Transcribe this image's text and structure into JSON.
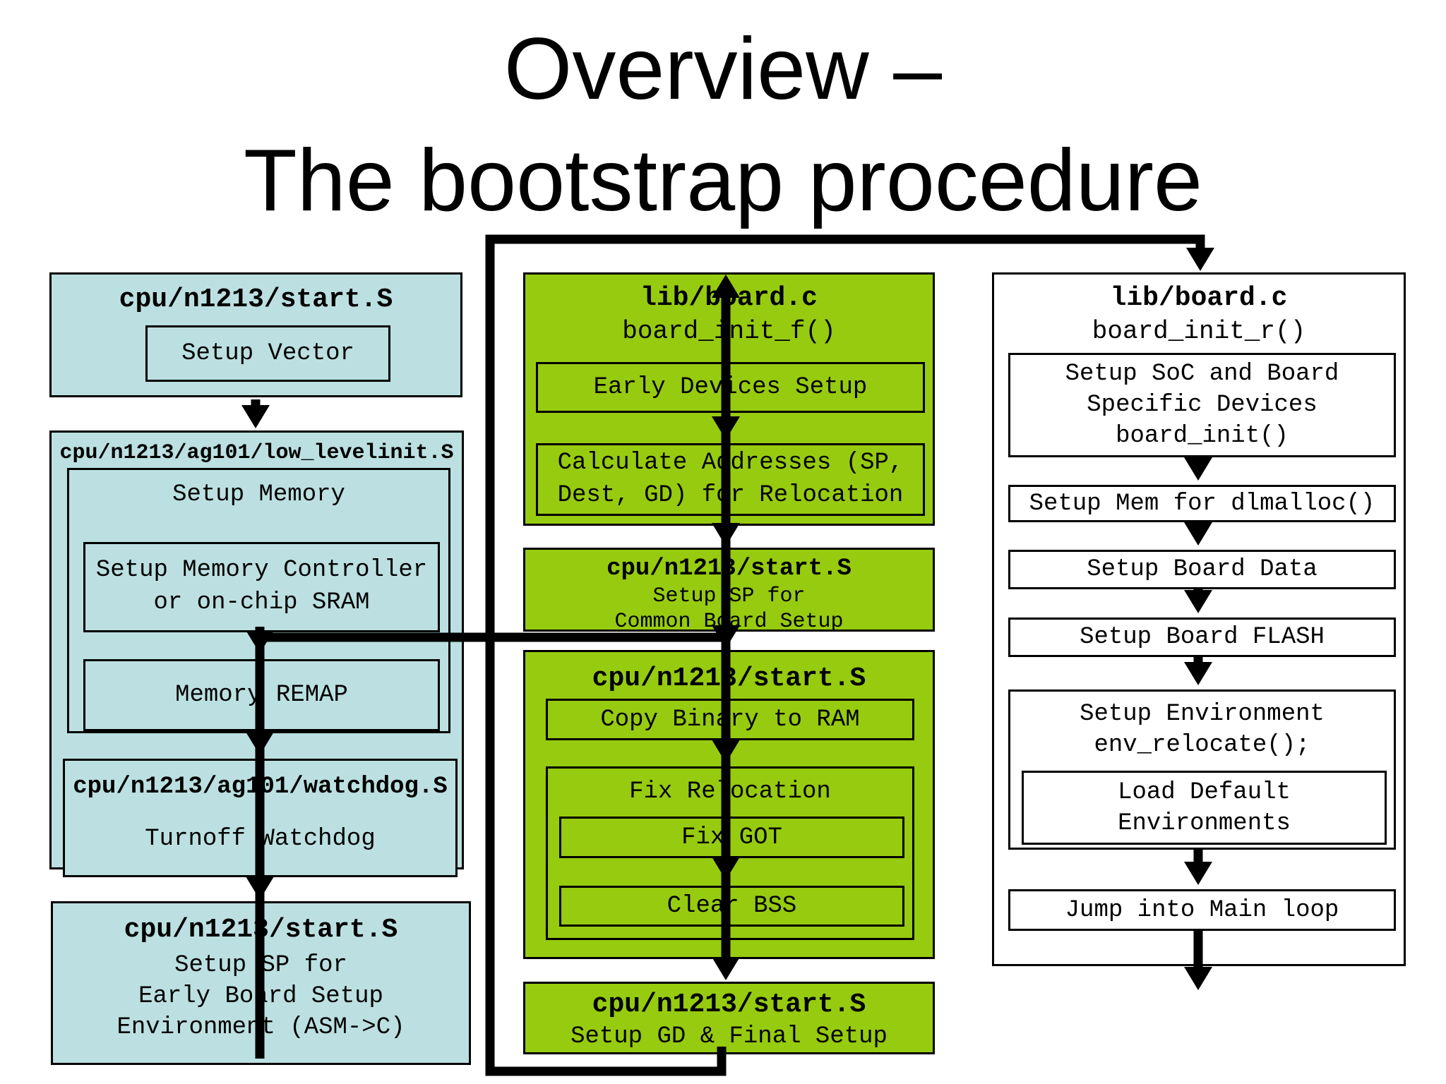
{
  "title": {
    "line1": "Overview –",
    "line2": "The bootstrap procedure"
  },
  "colors": {
    "box_blue": "#bce0e2",
    "box_green": "#97cb0f",
    "box_white": "#ffffff",
    "connector_black": "#000000"
  },
  "left_column": {
    "start_box": {
      "title": "cpu/n1213/start.S",
      "setup_vector": "Setup Vector"
    },
    "lowlevel_box": {
      "title": "cpu/n1213/ag101/low_levelinit.S",
      "setup_memory_label": "Setup Memory",
      "memory_controller": "Setup Memory Controller\nor on-chip SRAM",
      "memory_remap": "Memory REMAP",
      "watchdog_title": "cpu/n1213/ag101/watchdog.S",
      "watchdog_label": "Turnoff Watchdog"
    },
    "sp_box": {
      "title": "cpu/n1213/start.S",
      "body": "Setup SP for\nEarly Board Setup\nEnvironment (ASM->C)"
    }
  },
  "middle_column": {
    "board_init_f_box": {
      "title": "lib/board.c",
      "subtitle": "board_init_f()",
      "early_devices": "Early Devices Setup",
      "calculate_addresses": "Calculate Addresses (SP,\nDest, GD) for Relocation"
    },
    "sp_common_box": {
      "title": "cpu/n1213/start.S",
      "body": "Setup SP for\nCommon Board Setup"
    },
    "relocate_box": {
      "title": "cpu/n1213/start.S",
      "copy_binary": "Copy Binary to RAM",
      "fix_relocation": "Fix Relocation",
      "fix_got": "Fix GOT",
      "clear_bss": "Clear BSS"
    },
    "final_box": {
      "title": "cpu/n1213/start.S",
      "body": "Setup GD & Final Setup"
    }
  },
  "right_column": {
    "board_init_r_box": {
      "title": "lib/board.c",
      "subtitle": "board_init_r()",
      "soc_board": "Setup SoC and Board\nSpecific Devices\nboard_init()",
      "dlmalloc": "Setup Mem for dlmalloc()",
      "board_data": "Setup Board Data",
      "board_flash": "Setup Board FLASH",
      "environment": "Setup Environment\nenv_relocate();",
      "load_default": "Load Default\nEnvironments",
      "main_loop": "Jump into Main loop"
    }
  }
}
